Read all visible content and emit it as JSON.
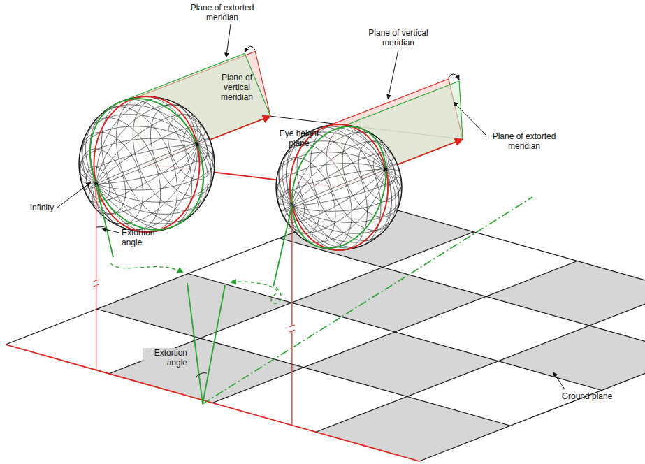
{
  "diagram": {
    "labels": [
      "Plane of extorted meridian",
      "Plane of vertical meridian",
      "Eye height plane",
      "Plane of vertical meridian",
      "Plane of extorted meridian",
      "Infinity",
      "Extortion angle",
      "Extortion angle",
      "Ground plane"
    ]
  }
}
